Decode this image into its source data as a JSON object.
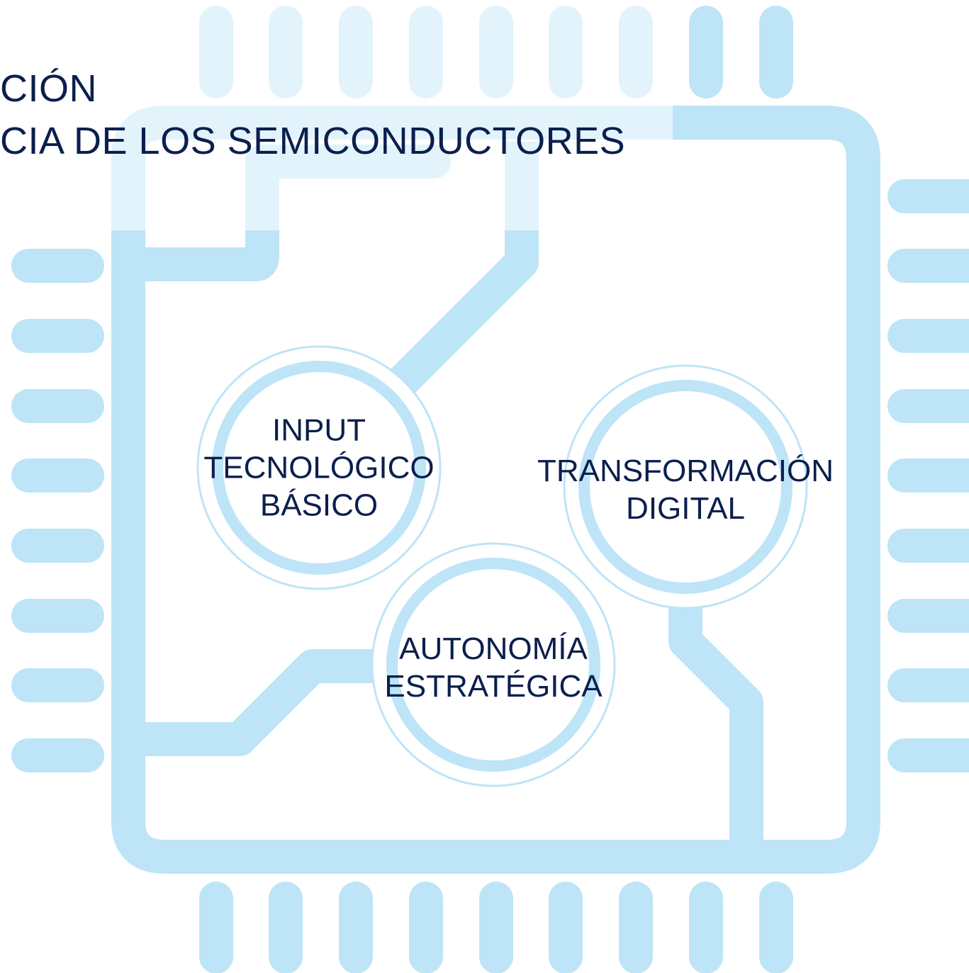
{
  "title": {
    "line1": "CIÓN",
    "line2": "CIA DE LOS SEMICONDUCTORES"
  },
  "nodes": {
    "input": {
      "lines": [
        "INPUT",
        "TECNOLÓGICO",
        "BÁSICO"
      ]
    },
    "transformacion": {
      "lines": [
        "TRANSFORMACIÓN",
        "DIGITAL"
      ]
    },
    "autonomia": {
      "lines": [
        "AUTONOMÍA",
        "ESTRATÉGICA"
      ]
    }
  },
  "colors": {
    "chip_blue": "#bee4f7",
    "chip_pale": "#e3f3fc",
    "text_navy": "#0b1f4d",
    "background": "#ffffff"
  }
}
